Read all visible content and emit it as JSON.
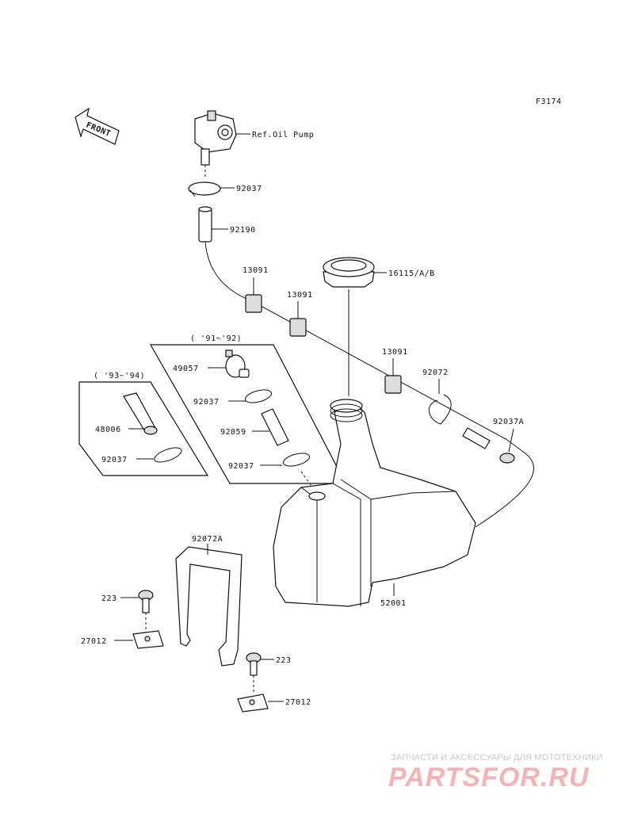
{
  "diagram": {
    "code": "F3174",
    "front_label": "FRONT",
    "ref_label": "Ref.Oil Pump",
    "group_91_92": "( '91~'92)",
    "group_93_94": "( '93~'94)",
    "parts": {
      "p92037_top": "92037",
      "p92190": "92190",
      "p13091_a": "13091",
      "p13091_b": "13091",
      "p13091_c": "13091",
      "p16115": "16115/A/B",
      "p49057": "49057",
      "p92037_mid1": "92037",
      "p92059": "92059",
      "p92037_mid2": "92037",
      "p48006": "48006",
      "p92037_left": "92037",
      "p92072": "92072",
      "p92037A": "92037A",
      "p52001": "52001",
      "p92072A": "92072A",
      "p223_a": "223",
      "p27012_a": "27012",
      "p223_b": "223",
      "p27012_b": "27012"
    }
  },
  "watermark": {
    "small": "ЗАПЧАСТИ И АКСЕССУАРЫ ДЛЯ МОТОТЕХНИКИ",
    "brand": "PARTSFOR.RU"
  }
}
